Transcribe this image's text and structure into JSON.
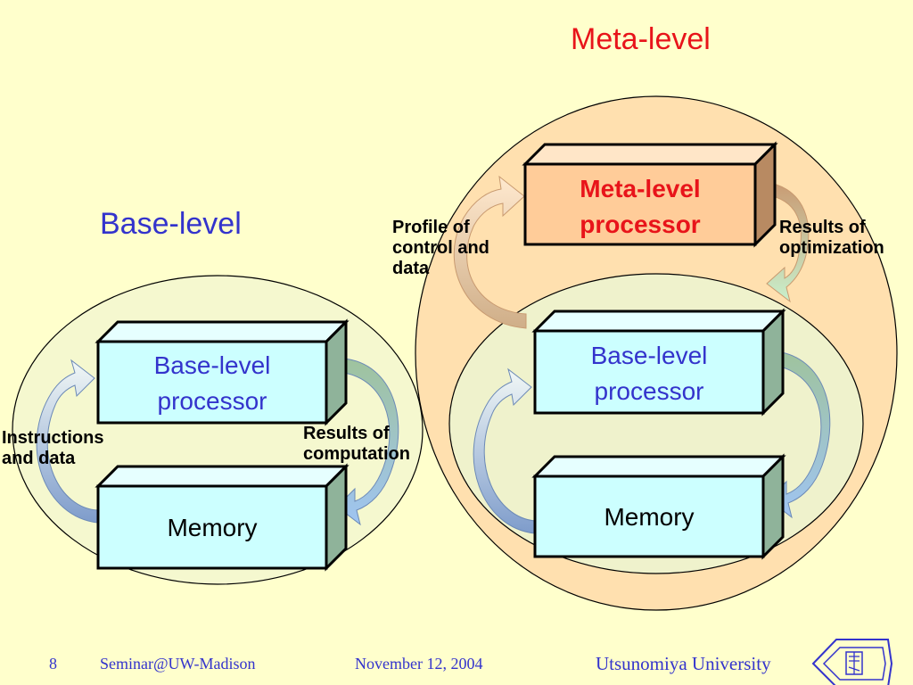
{
  "meta": {
    "title": "Meta-level",
    "processor_label": "Meta-level processor",
    "profile_label": "Profile of control and data",
    "optimization_label": "Results of optimization",
    "base_processor_label": "Base-level processor",
    "memory_label": "Memory"
  },
  "base": {
    "title": "Base-level",
    "processor_label": "Base-level processor",
    "memory_label": "Memory",
    "instructions_label": "Instructions and data",
    "computation_label": "Results of computation"
  },
  "footer": {
    "page_number": "8",
    "seminar": "Seminar@UW-Madison",
    "date": "November 12, 2004",
    "university": "Utsunomiya University"
  },
  "icons": {
    "logo": "utsunomiya-university-emblem"
  },
  "colors": {
    "background": "#FFFFCC",
    "meta_ellipse": "#FFE0AF",
    "inner_ellipse": "#EFF2CC",
    "base_ellipse": "#F5F8CF",
    "base_box": "#CCFFFF",
    "meta_box": "#FFCC99",
    "title_blue": "#3333CC",
    "title_red": "#E8141A"
  }
}
